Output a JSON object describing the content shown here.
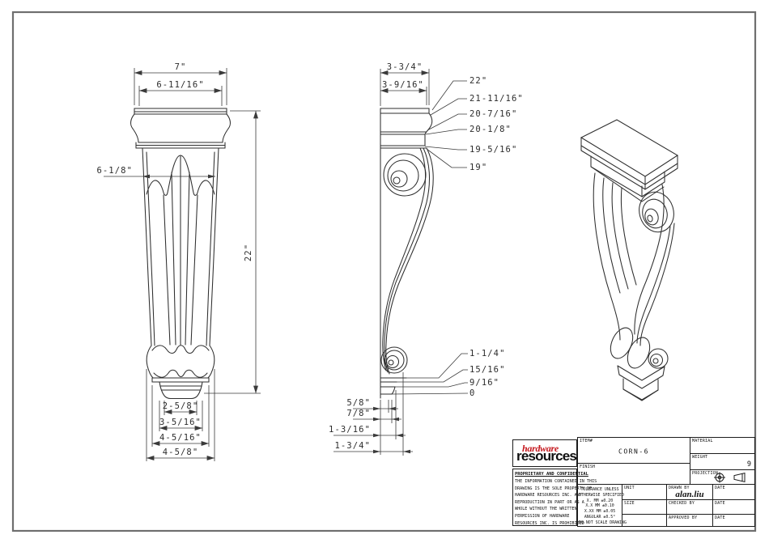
{
  "drawing": {
    "front_view": {
      "width_top": "7\"",
      "width_cap": "6-11/16\"",
      "width_body": "6-1/8\"",
      "height": "22\"",
      "base_widths": [
        "2-5/8\"",
        "3-5/16\"",
        "4-5/16\"",
        "4-5/8\""
      ]
    },
    "side_view": {
      "depth_top": "3-3/4\"",
      "depth_cap": "3-9/16\"",
      "height_leaders": [
        "22\"",
        "21-11/16\"",
        "20-7/16\"",
        "20-1/8\"",
        "19-5/16\"",
        "19\""
      ],
      "base_leaders": [
        "1-1/4\"",
        "15/16\"",
        "9/16\"",
        "0"
      ],
      "base_depths": [
        "5/8\"",
        "7/8\"",
        "1-3/16\"",
        "1-3/4\""
      ]
    }
  },
  "title_block": {
    "logo_line1": "hardware",
    "logo_line2": "resources",
    "proprietary_title": "PROPRIETARY AND CONFIDENTIAL",
    "proprietary_lines": [
      "THE INFORMATION CONTAINED IN THIS",
      "DRAWING IS THE SOLE PROPERTY OF",
      "HARDWARE RESOURCES INC.  ANY",
      "REPRODUCTION IN PART OR AS A",
      "WHOLE  WITHOUT THE WRITTEN",
      "PERMISSION OF HARDWARE",
      "RESOURCES INC. IS PROHIBITED"
    ],
    "item_label": "ITEM#",
    "item_value": "CORN-6",
    "finish_label": "FINISH",
    "material_label": "MATERIAL",
    "weight_label": "WEIGHT",
    "weight_value": "9",
    "projection_label": "PROJECTION",
    "tolerance_lines": [
      "TOLERANCE UNLESS",
      "OTHERWISE SPECIFIED",
      "X.  MM  ±0.20",
      "X.X  MM  ±0.10",
      "X.XX MM  ±0.05",
      "ANGULAR   ±0.5°",
      "DO NOT SCALE DRAWING"
    ],
    "unit_label": "UNIT",
    "size_label": "SIZE",
    "drawn_label": "DRAWN BY",
    "drawn_value": "alan.liu",
    "checked_label": "CHECKED BY",
    "approved_label": "APPROVED BY",
    "date_label": "DATE"
  },
  "colors": {
    "line": "#2e2e2e",
    "logo_red": "#c4161c",
    "border": "#6f6f6f"
  }
}
